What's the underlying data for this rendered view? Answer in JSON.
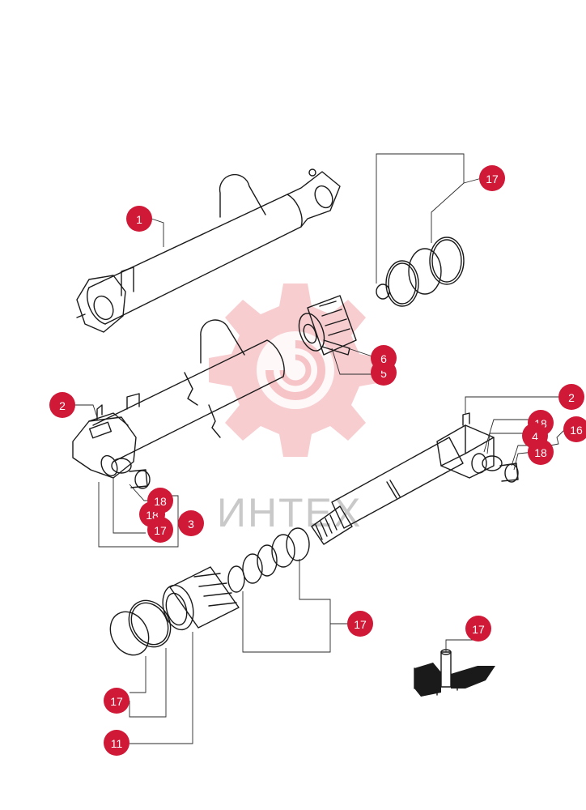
{
  "watermark": {
    "text": "ИНТЕХ",
    "accent": "#d01837"
  },
  "callouts": [
    {
      "label": "1"
    },
    {
      "label": "17"
    },
    {
      "label": "6"
    },
    {
      "label": "5"
    },
    {
      "label": "2"
    },
    {
      "label": "2"
    },
    {
      "label": "18"
    },
    {
      "label": "4"
    },
    {
      "label": "16"
    },
    {
      "label": "18"
    },
    {
      "label": "18"
    },
    {
      "label": "3"
    },
    {
      "label": "18"
    },
    {
      "label": "17"
    },
    {
      "label": "17"
    },
    {
      "label": "17"
    },
    {
      "label": "11"
    }
  ]
}
